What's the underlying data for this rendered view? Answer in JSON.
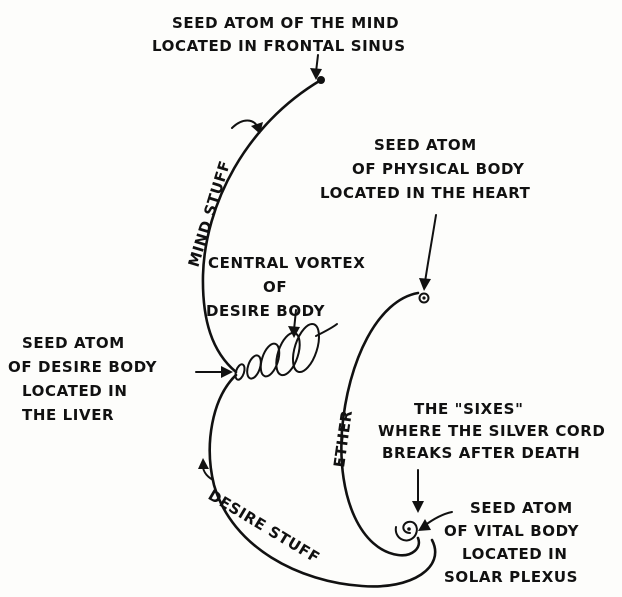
{
  "labels": {
    "mind_seed_line1": "SEED ATOM OF THE MIND",
    "mind_seed_line2": "LOCATED IN  FRONTAL SINUS",
    "physical_seed_line1": "SEED ATOM",
    "physical_seed_line2": "OF PHYSICAL BODY",
    "physical_seed_line3": "LOCATED IN THE HEART",
    "mind_stuff": "MIND STUFF",
    "vortex_line1": "CENTRAL VORTEX",
    "vortex_line2": "OF",
    "vortex_line3": "DESIRE  BODY",
    "desire_seed_line1": "SEED ATOM",
    "desire_seed_line2": "OF DESIRE BODY",
    "desire_seed_line3": "LOCATED IN",
    "desire_seed_line4": "THE LIVER",
    "ether": "ETHER",
    "sixes_line1": "THE \"SIXES\"",
    "sixes_line2": "WHERE THE SILVER CORD",
    "sixes_line3": "BREAKS AFTER DEATH",
    "vital_seed_line1": "SEED ATOM",
    "vital_seed_line2": "OF VITAL BODY",
    "vital_seed_line3": "LOCATED IN",
    "vital_seed_line4": "SOLAR PLEXUS",
    "desire_stuff": "DESIRE STUFF"
  }
}
